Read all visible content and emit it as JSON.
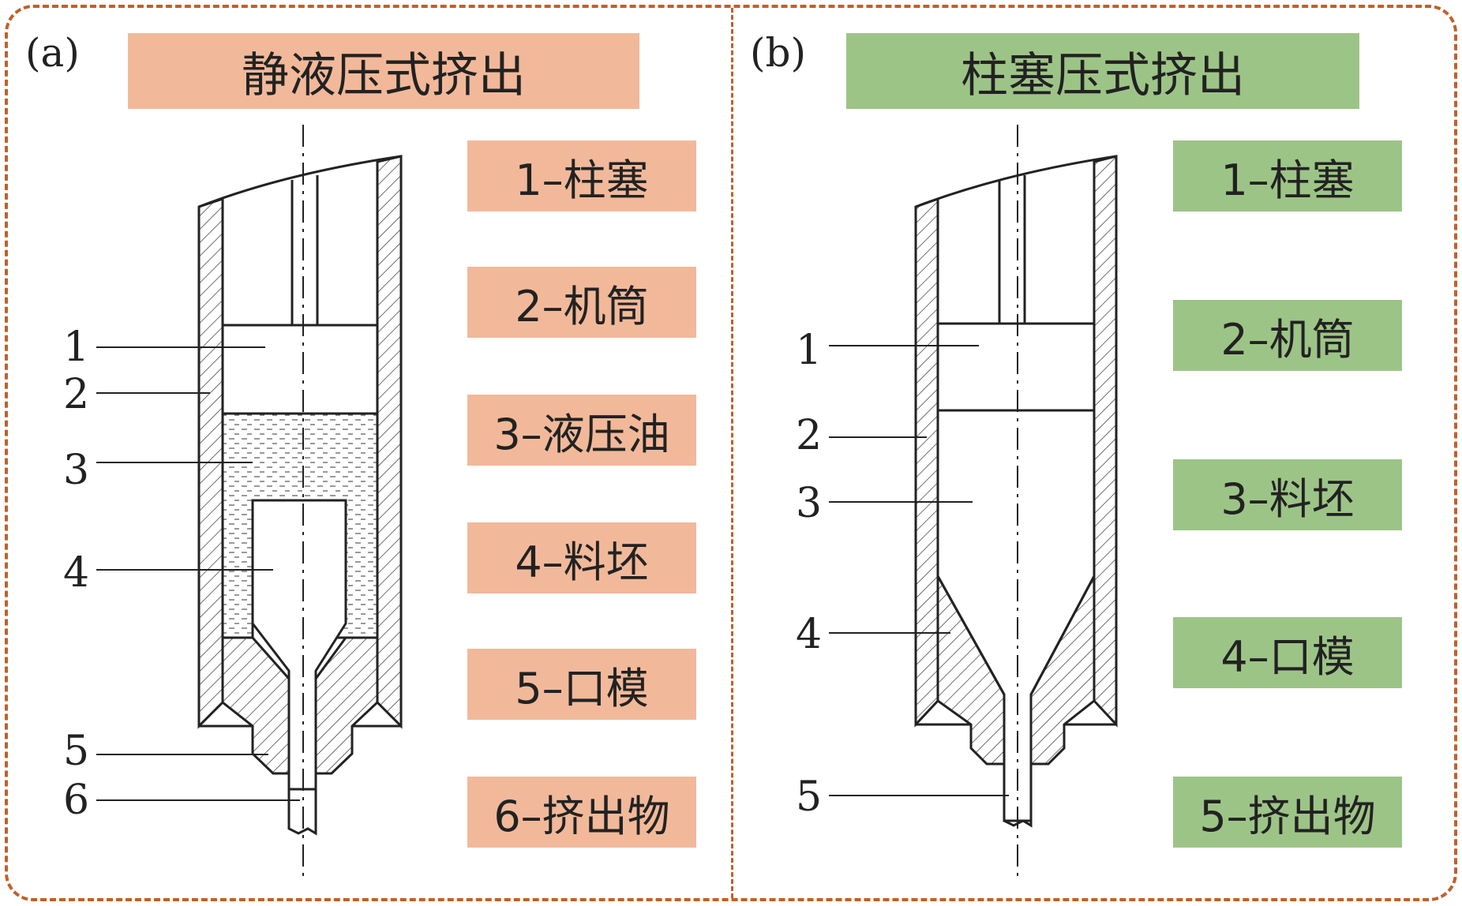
{
  "colors": {
    "frame": "#c0602a",
    "panel_a_fill": "#f1b99a",
    "panel_b_fill": "#9dc487"
  },
  "panel_a": {
    "tag": "(a)",
    "title": "静液压式挤出",
    "legend": [
      "1–柱塞",
      "2–机筒",
      "3–液压油",
      "4–料坯",
      "5–口模",
      "6–挤出物"
    ],
    "numbers": [
      "1",
      "2",
      "3",
      "4",
      "5",
      "6"
    ]
  },
  "panel_b": {
    "tag": "(b)",
    "title": "柱塞压式挤出",
    "legend": [
      "1–柱塞",
      "2–机筒",
      "3–料坯",
      "4–口模",
      "5–挤出物"
    ],
    "numbers": [
      "1",
      "2",
      "3",
      "4",
      "5"
    ]
  }
}
